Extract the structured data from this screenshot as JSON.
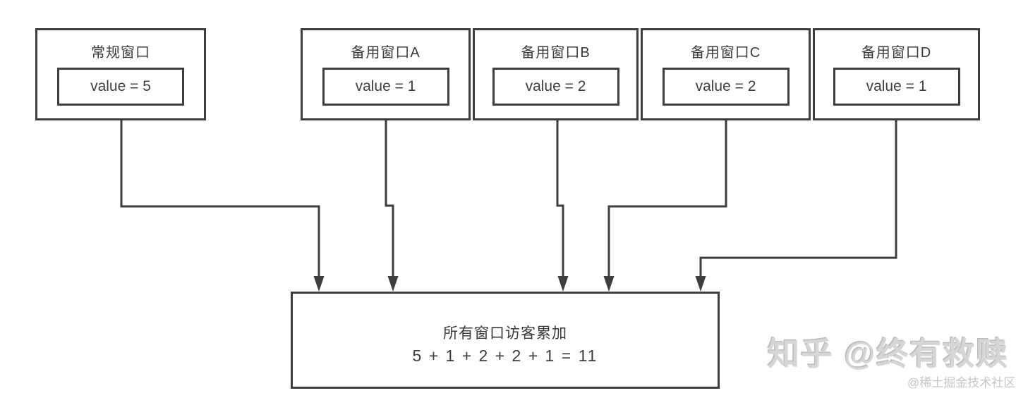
{
  "diagram": {
    "windows": [
      {
        "title": "常规窗口",
        "value_label": "value = 5"
      },
      {
        "title": "备用窗口A",
        "value_label": "value = 1"
      },
      {
        "title": "备用窗口B",
        "value_label": "value = 2"
      },
      {
        "title": "备用窗口C",
        "value_label": "value = 2"
      },
      {
        "title": "备用窗口D",
        "value_label": "value = 1"
      }
    ],
    "sum_box": {
      "title": "所有窗口访客累加",
      "equation": "5 + 1 + 2 + 2 + 1 = 11"
    }
  },
  "watermarks": {
    "zhihu": "知乎 @终有救赎",
    "juejin": "@稀土掘金技术社区"
  },
  "colors": {
    "line": "#3e3e3e",
    "text": "#3a3a3a",
    "watermark_large": "#d6d6d6",
    "watermark_small": "#c6c6c6",
    "background": "#ffffff"
  }
}
